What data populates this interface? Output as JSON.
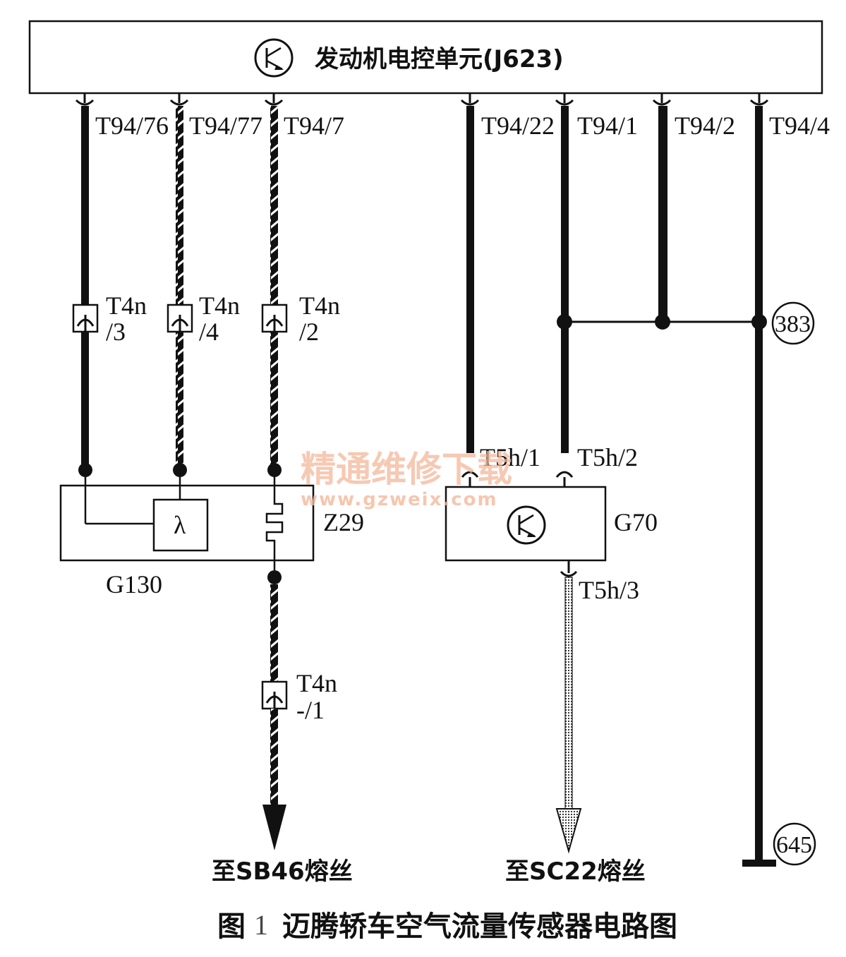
{
  "ecu": {
    "label": "发动机电控单元(J623)"
  },
  "pins": {
    "p76": "T94/76",
    "p77": "T94/77",
    "p7": "T94/7",
    "p22": "T94/22",
    "p1": "T94/1",
    "p2": "T94/2",
    "p4": "T94/4"
  },
  "connectors": {
    "t4n3": {
      "top": "T4n",
      "bottom": "/3"
    },
    "t4n4": {
      "top": "T4n",
      "bottom": "/4"
    },
    "t4n2": {
      "top": "T4n",
      "bottom": "/2"
    },
    "t4n1": {
      "top": "T4n",
      "bottom": "-/1"
    }
  },
  "g70_pins": {
    "t5h1": "T5h/1",
    "t5h2": "T5h/2",
    "t5h3": "T5h/3"
  },
  "components": {
    "g130": "G130",
    "z29": "Z29",
    "g70": "G70",
    "lambda": "λ"
  },
  "refs": {
    "r383": "383",
    "r645": "645"
  },
  "destinations": {
    "sb46": "至SB46熔丝",
    "sc22": "至SC22熔丝"
  },
  "watermark": {
    "text": "精通维修下载",
    "url": "www.gzweix.com"
  },
  "caption": {
    "fig": "图",
    "num": "1",
    "text": "迈腾轿车空气流量传感器电路图"
  }
}
